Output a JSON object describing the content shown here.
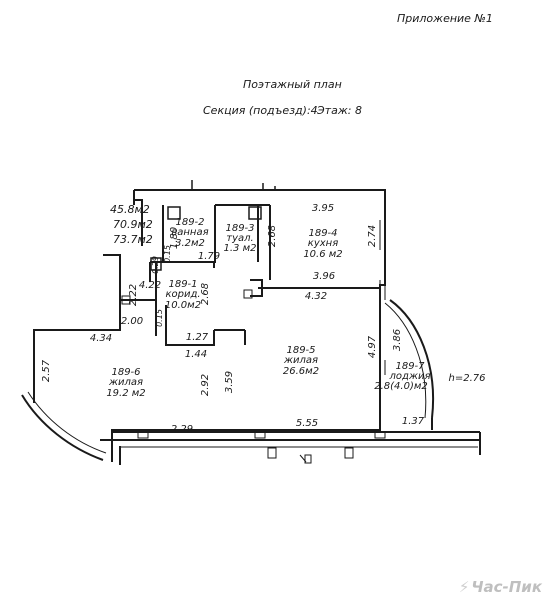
{
  "header": {
    "appendix": "Приложение №1",
    "title": "Поэтажный план",
    "section": "Секция (подъезд):4",
    "floor": "Этаж: 8"
  },
  "areas": {
    "a1": "45.8м2",
    "a2": "70.9м2",
    "a3": "73.7м2"
  },
  "rooms": [
    {
      "id": "189-2",
      "name": "ванная",
      "area": "3.2м2"
    },
    {
      "id": "189-3",
      "name": "туал.",
      "area": "1.3 м2"
    },
    {
      "id": "189-4",
      "name": "кухня",
      "area": "10.6 м2"
    },
    {
      "id": "189-1",
      "name": "корид.",
      "area": "10.0м2"
    },
    {
      "id": "189-5",
      "name": "жилая",
      "area": "26.6м2"
    },
    {
      "id": "189-6",
      "name": "жилая",
      "area": "19.2 м2"
    },
    {
      "id": "189-7",
      "name": "лоджия",
      "area": "2.8(4.0)м2"
    }
  ],
  "dimensions": {
    "d395": "3.95",
    "d274": "2.74",
    "d268a": "2.68",
    "d180": "1.80",
    "d015a": "0.15",
    "d179": "1.79",
    "d029": "0.29",
    "d422": "4.22",
    "d268b": "2.68",
    "d396": "3.96",
    "d432": "4.32",
    "d222": "2.22",
    "d200": "2.00",
    "d015b": "0.15",
    "d434": "4.34",
    "d127": "1.27",
    "d144": "1.44",
    "d497": "4.97",
    "d386": "3.86",
    "d257": "2.57",
    "d292": "2.92",
    "d359": "3.59",
    "d229": "2.29",
    "d555": "5.55",
    "d137": "1.37"
  },
  "height_note": "h=2.76",
  "watermark": "Час-Пик"
}
